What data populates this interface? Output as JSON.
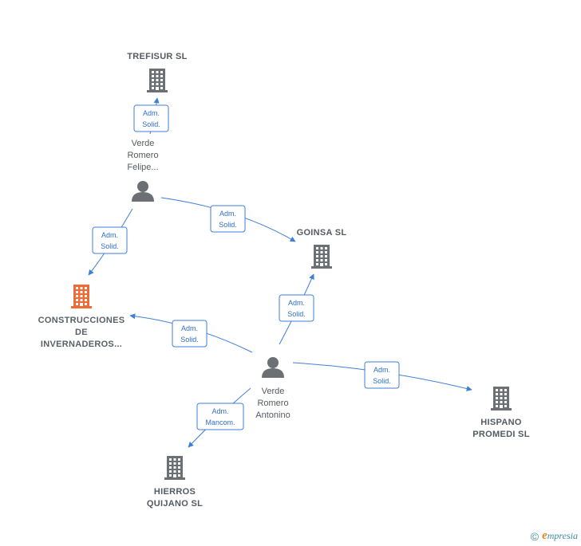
{
  "colors": {
    "edge": "#3f7fd6",
    "node": "#6c6f73",
    "main_node": "#f06a35"
  },
  "nodes": [
    {
      "id": "trefisur",
      "type": "company",
      "label": [
        "TREFISUR SL"
      ]
    },
    {
      "id": "verde_felipe",
      "type": "person",
      "label": [
        "Verde",
        "Romero",
        "Felipe..."
      ]
    },
    {
      "id": "goinsa",
      "type": "company",
      "label": [
        "GOINSA SL"
      ]
    },
    {
      "id": "construcciones",
      "type": "company",
      "main": true,
      "label": [
        "CONSTRUCCIONES",
        "DE",
        "INVERNADEROS..."
      ]
    },
    {
      "id": "verde_antonino",
      "type": "person",
      "label": [
        "Verde",
        "Romero",
        "Antonino"
      ]
    },
    {
      "id": "hispano",
      "type": "company",
      "label": [
        "HISPANO",
        "PROMEDI SL"
      ]
    },
    {
      "id": "hierros",
      "type": "company",
      "label": [
        "HIERROS",
        "QUIJANO  SL"
      ]
    }
  ],
  "edges": [
    {
      "from": "verde_felipe",
      "to": "trefisur",
      "label": [
        "Adm.",
        "Solid."
      ]
    },
    {
      "from": "verde_felipe",
      "to": "goinsa",
      "label": [
        "Adm.",
        "Solid."
      ]
    },
    {
      "from": "verde_felipe",
      "to": "construcciones",
      "label": [
        "Adm.",
        "Solid."
      ]
    },
    {
      "from": "verde_antonino",
      "to": "goinsa",
      "label": [
        "Adm.",
        "Solid."
      ]
    },
    {
      "from": "verde_antonino",
      "to": "construcciones",
      "label": [
        "Adm.",
        "Solid."
      ]
    },
    {
      "from": "verde_antonino",
      "to": "hispano",
      "label": [
        "Adm.",
        "Solid."
      ]
    },
    {
      "from": "verde_antonino",
      "to": "hierros",
      "label": [
        "Adm.",
        "Mancom."
      ]
    }
  ],
  "footer": {
    "copyright": "©",
    "brand_initial": "e",
    "brand_rest": "mpresia"
  }
}
